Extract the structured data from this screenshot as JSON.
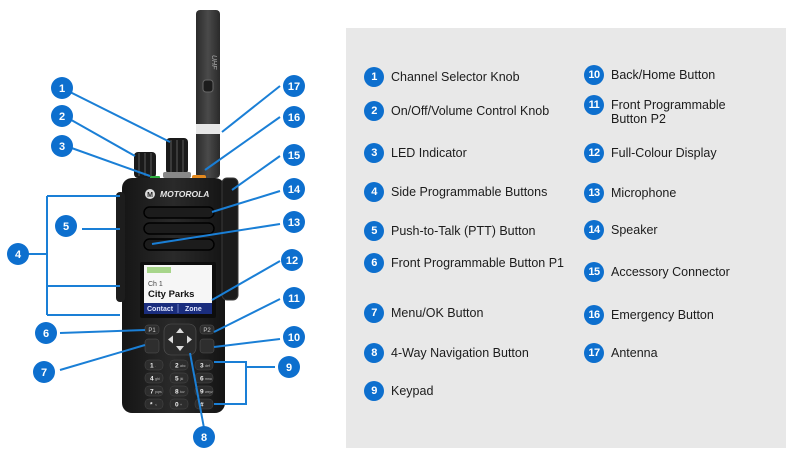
{
  "colors": {
    "callout_blue": "#0d6fce",
    "leader_blue": "#1a7fd6",
    "panel_background": "#e8e8e8"
  },
  "radio": {
    "brand": "MOTOROLA",
    "antenna_label": "UHF",
    "display": {
      "channel": "Ch 1",
      "zone_name": "City Parks",
      "softkey_left": "Contact",
      "softkey_right": "Zone"
    },
    "buttons": {
      "p1": "P1",
      "p2": "P2"
    },
    "keypad": [
      {
        "key": "1",
        "sub": "."
      },
      {
        "key": "2",
        "sub": "abc"
      },
      {
        "key": "3",
        "sub": "def"
      },
      {
        "key": "4",
        "sub": "ghi"
      },
      {
        "key": "5",
        "sub": "jkl"
      },
      {
        "key": "6",
        "sub": "mno"
      },
      {
        "key": "7",
        "sub": "pqrs"
      },
      {
        "key": "8",
        "sub": "tuv"
      },
      {
        "key": "9",
        "sub": "wxyz"
      },
      {
        "key": "*",
        "sub": "<"
      },
      {
        "key": "0",
        "sub": "+"
      },
      {
        "key": "#",
        "sub": ""
      }
    ]
  },
  "callouts": [
    {
      "num": "1"
    },
    {
      "num": "2"
    },
    {
      "num": "3"
    },
    {
      "num": "4"
    },
    {
      "num": "5"
    },
    {
      "num": "6"
    },
    {
      "num": "7"
    },
    {
      "num": "8"
    },
    {
      "num": "9"
    },
    {
      "num": "10"
    },
    {
      "num": "11"
    },
    {
      "num": "12"
    },
    {
      "num": "13"
    },
    {
      "num": "14"
    },
    {
      "num": "15"
    },
    {
      "num": "16"
    },
    {
      "num": "17"
    }
  ],
  "legend": [
    {
      "num": "1",
      "label": "Channel Selector Knob"
    },
    {
      "num": "2",
      "label": "On/Off/Volume Control Knob"
    },
    {
      "num": "3",
      "label": "LED Indicator"
    },
    {
      "num": "4",
      "label": "Side Programmable Buttons"
    },
    {
      "num": "5",
      "label": "Push-to-Talk (PTT) Button"
    },
    {
      "num": "6",
      "label": "Front Programmable Button P1"
    },
    {
      "num": "7",
      "label": "Menu/OK Button"
    },
    {
      "num": "8",
      "label": "4-Way Navigation Button"
    },
    {
      "num": "9",
      "label": "Keypad"
    },
    {
      "num": "10",
      "label": "Back/Home Button"
    },
    {
      "num": "11",
      "label": "Front Programmable Button P2"
    },
    {
      "num": "12",
      "label": "Full-Colour Display"
    },
    {
      "num": "13",
      "label": "Microphone"
    },
    {
      "num": "14",
      "label": "Speaker"
    },
    {
      "num": "15",
      "label": "Accessory Connector"
    },
    {
      "num": "16",
      "label": "Emergency Button"
    },
    {
      "num": "17",
      "label": "Antenna"
    }
  ]
}
